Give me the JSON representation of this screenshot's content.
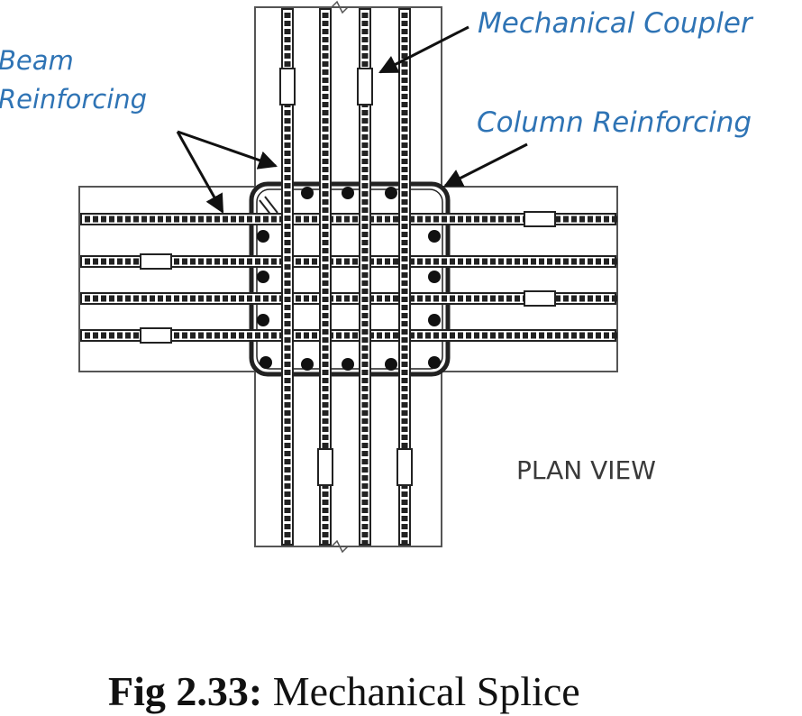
{
  "labels": {
    "beam_line1": "Beam",
    "beam_line2": "Reinforcing",
    "mechanical_coupler": "Mechanical Coupler",
    "column_reinforcing": "Column Reinforcing",
    "plan_view": "PLAN VIEW"
  },
  "caption": {
    "number": "Fig 2.33:",
    "title": " Mechanical Splice"
  },
  "colors": {
    "label_blue": "#2f74b5",
    "line": "#222222"
  }
}
